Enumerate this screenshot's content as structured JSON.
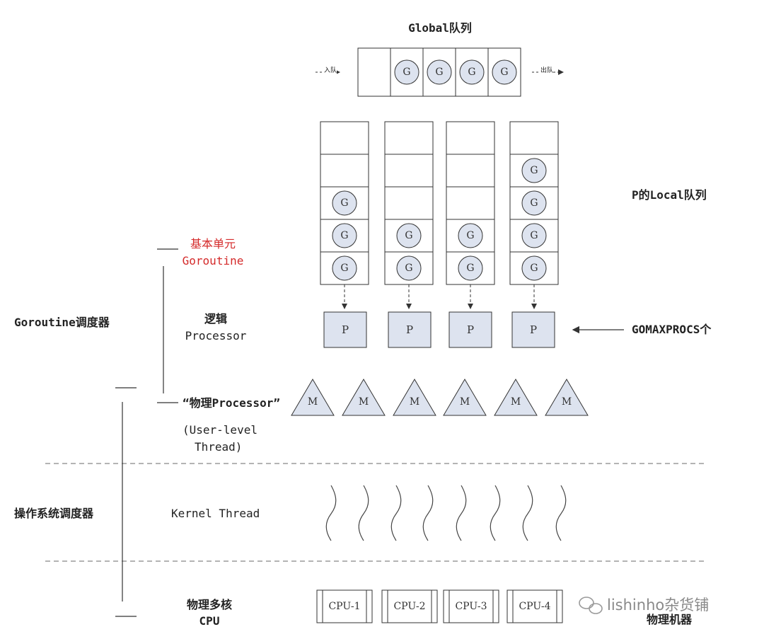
{
  "global_queue": {
    "title": "Global队列",
    "enqueue_label": "入队",
    "dequeue_label": "出队",
    "slots": [
      "",
      "G",
      "G",
      "G",
      "G"
    ]
  },
  "local_queues": {
    "title": "P的Local队列",
    "columns": [
      [
        "",
        "",
        "G",
        "G",
        "G"
      ],
      [
        "",
        "",
        "",
        "G",
        "G"
      ],
      [
        "",
        "",
        "",
        "G",
        "G"
      ],
      [
        "",
        "G",
        "G",
        "G",
        "G"
      ]
    ],
    "goroutine_symbol": "G"
  },
  "processors": {
    "label": "P",
    "count": 4,
    "gomaxprocs_label": "GOMAXPROCS个"
  },
  "machines": {
    "label": "M",
    "count": 6
  },
  "kernel_threads": {
    "count": 8
  },
  "cpus": [
    "CPU-1",
    "CPU-2",
    "CPU-3",
    "CPU-4"
  ],
  "labels": {
    "basic_unit_cn": "基本单元",
    "basic_unit_en": "Goroutine",
    "goroutine_scheduler": "Goroutine调度器",
    "logical_cn": "逻辑",
    "logical_en": "Processor",
    "physical_processor": "“物理Processor”",
    "user_level_1": "(User-level",
    "user_level_2": "Thread)",
    "os_scheduler": "操作系统调度器",
    "kernel_thread": "Kernel Thread",
    "multicore_cn": "物理多核",
    "multicore_en": "CPU",
    "physical_machine": "物理机器",
    "watermark": "lishinho杂货铺"
  },
  "colors": {
    "shape_fill": "#dde3ef",
    "stroke": "#333333",
    "highlight": "#d42a2a",
    "dashed": "#888888"
  }
}
